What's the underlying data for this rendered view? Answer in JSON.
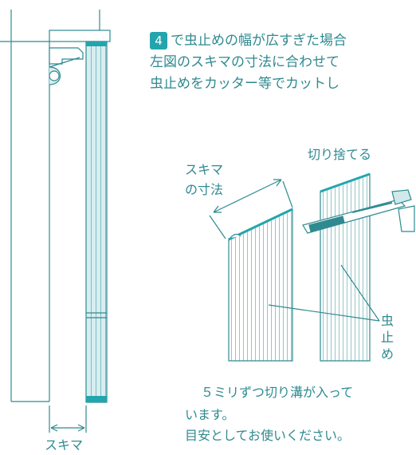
{
  "instructions": {
    "step_number": "4",
    "line1": "で虫止めの幅が広すぎた場合",
    "line2": "左図のスキマの寸法に合わせて",
    "line3": "虫止めをカッター等でカットし"
  },
  "labels": {
    "gap": "スキマ",
    "gap_dimension_line1": "スキマ",
    "gap_dimension_line2": "の寸法",
    "cut_off": "切り捨てる",
    "insect_stop_1": "虫",
    "insect_stop_2": "止",
    "insect_stop_3": "め"
  },
  "note": {
    "line1": "５ミリずつ切り溝が入って",
    "line2": "います。",
    "line3": "目安としてお使いください。"
  },
  "colors": {
    "accent": "#23a5ad",
    "text": "#2f8a90",
    "line": "#2f8a90",
    "fill_light": "#cfe9eb"
  }
}
